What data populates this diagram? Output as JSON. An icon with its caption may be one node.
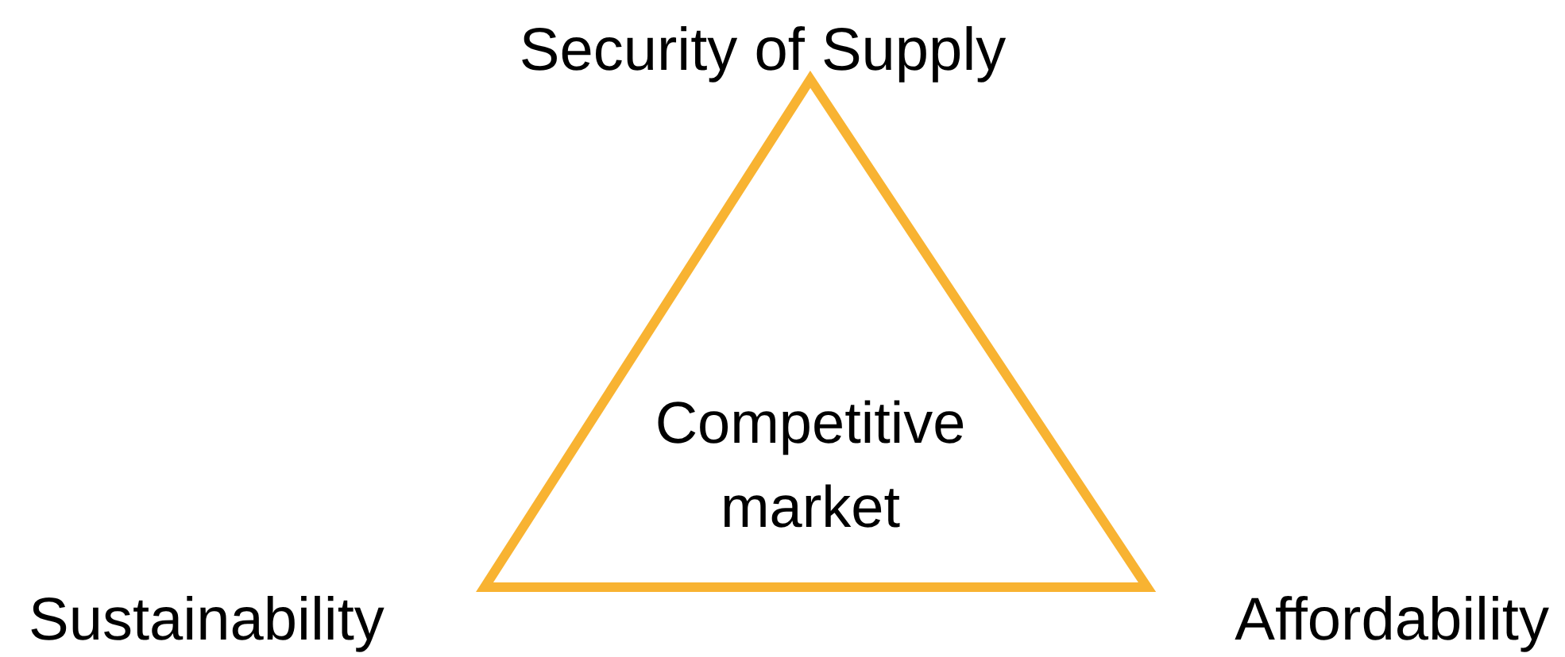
{
  "diagram": {
    "nodes": [
      {
        "text": [
          "Competitive market"
        ]
      }
    ],
    "labels": [
      "Security of Supply",
      "Sustainability",
      "Affordability"
    ]
  }
}
